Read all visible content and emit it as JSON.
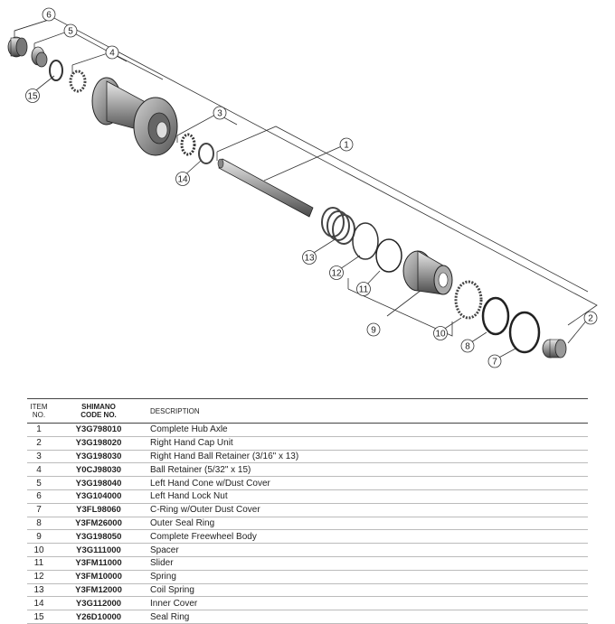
{
  "diagram": {
    "callouts": [
      "1",
      "2",
      "3",
      "4",
      "5",
      "6",
      "7",
      "8",
      "9",
      "10",
      "11",
      "12",
      "13",
      "14",
      "15"
    ]
  },
  "table": {
    "headers": {
      "item_line1": "ITEM",
      "item_line2": "NO.",
      "code_line1": "SHIMANO",
      "code_line2": "CODE NO.",
      "description": "DESCRIPTION"
    },
    "rows": [
      {
        "item": "1",
        "code": "Y3G798010",
        "description": "Complete Hub Axle"
      },
      {
        "item": "2",
        "code": "Y3G198020",
        "description": "Right Hand Cap Unit"
      },
      {
        "item": "3",
        "code": "Y3G198030",
        "description": "Right Hand Ball Retainer (3/16\" x 13)"
      },
      {
        "item": "4",
        "code": "Y0CJ98030",
        "description": "Ball Retainer (5/32\" x 15)"
      },
      {
        "item": "5",
        "code": "Y3G198040",
        "description": "Left Hand Cone w/Dust Cover"
      },
      {
        "item": "6",
        "code": "Y3G104000",
        "description": "Left Hand Lock Nut"
      },
      {
        "item": "7",
        "code": "Y3FL98060",
        "description": "C-Ring w/Outer Dust Cover"
      },
      {
        "item": "8",
        "code": "Y3FM26000",
        "description": "Outer Seal Ring"
      },
      {
        "item": "9",
        "code": "Y3G198050",
        "description": "Complete Freewheel Body"
      },
      {
        "item": "10",
        "code": "Y3G111000",
        "description": "Spacer"
      },
      {
        "item": "11",
        "code": "Y3FM11000",
        "description": "Slider"
      },
      {
        "item": "12",
        "code": "Y3FM10000",
        "description": "Spring"
      },
      {
        "item": "13",
        "code": "Y3FM12000",
        "description": "Coil Spring"
      },
      {
        "item": "14",
        "code": "Y3G112000",
        "description": "Inner Cover"
      },
      {
        "item": "15",
        "code": "Y26D10000",
        "description": "Seal Ring"
      }
    ]
  }
}
